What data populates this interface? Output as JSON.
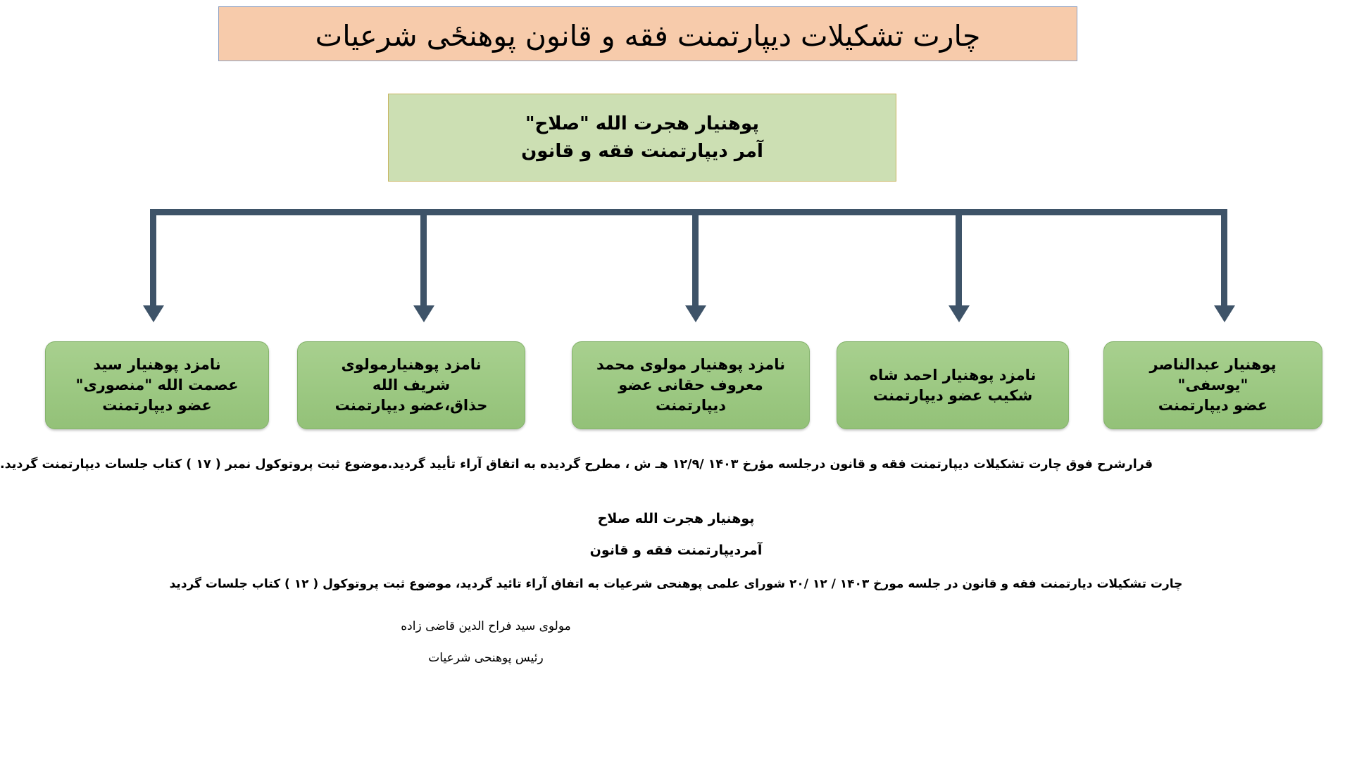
{
  "page": {
    "title": "چارت تشکیلات دیپارتمنت فقه و قانون پوهنځی شرعیات",
    "direction": "rtl",
    "colors": {
      "title_banner_bg": "#f7cbab",
      "title_banner_border": "#8ea0c0",
      "head_box_bg": "#ccdfb3",
      "head_box_border": "#c8b560",
      "leaf_box_bg": "#9fcb86",
      "leaf_box_border": "#84b36b",
      "connector": "#3e5368",
      "text": "#000000",
      "page_bg": "#ffffff"
    }
  },
  "head_node": {
    "line1": "پوهنیار هجرت الله \"صلاح\"",
    "line2": "آمر دیپارتمنت فقه و قانون"
  },
  "leaf_nodes": [
    {
      "id": "abdulnaser-yousufi",
      "lines": [
        "پوهنیار عبدالناصر",
        "\"یوسفی\"",
        "عضو دیپارتمنت"
      ]
    },
    {
      "id": "ahmad-shah-shakib",
      "lines": [
        "نامزد پوهنیار احمد شاه",
        "شکیب عضو دیپارتمنت"
      ]
    },
    {
      "id": "mohammad-maroof-haqqani",
      "lines": [
        "نامزد پوهنیار مولوی محمد",
        "معروف حقانی عضو",
        "دیپارتمنت"
      ]
    },
    {
      "id": "sharifullah-hazzaq",
      "lines": [
        "نامزد پوهنیارمولوی",
        "شریف الله",
        "حذاق،عضو دیپارتمنت"
      ]
    },
    {
      "id": "sayed-esmatullah-mansouri",
      "lines": [
        "نامزد پوهنیار سید",
        "عصمت الله \"منصوری\"",
        "عضو دیپارتمنت"
      ]
    }
  ],
  "notes": {
    "paragraph1": "قرارشرح فوق چارت  تشکیلات دیپارتمنت فقه و قانون درجلسه مؤرخ  ۱۴۰۳ /۱۲/۹  هـ ش ، مطرح گردیده به اتفاق آراء تأیید گردید.موضوع ثبت پروتوکول نمبر ( ۱۷ ) کتاب جلسات دیپارتمنت گردید.",
    "signature1_name": "پوهنیار هجرت الله صلاح",
    "signature1_title": "آمردیپارتمنت فقه و قانون",
    "paragraph2": "چارت تشکیلات دیارتمنت فقه و قانون در جلسه مورخ  ۱۴۰۳ / ۱۲ /۲۰  شورای علمی پوهنحی شرعیات به اتفاق آراء تائید گردید، موضوع  ثبت پروتوکول (  ۱۲  )  کتاب جلسات گردید",
    "signature2_name": "مولوی سید فراح الدین قاضی زاده",
    "signature2_title": "رئیس پوهنحی شرعیات"
  }
}
